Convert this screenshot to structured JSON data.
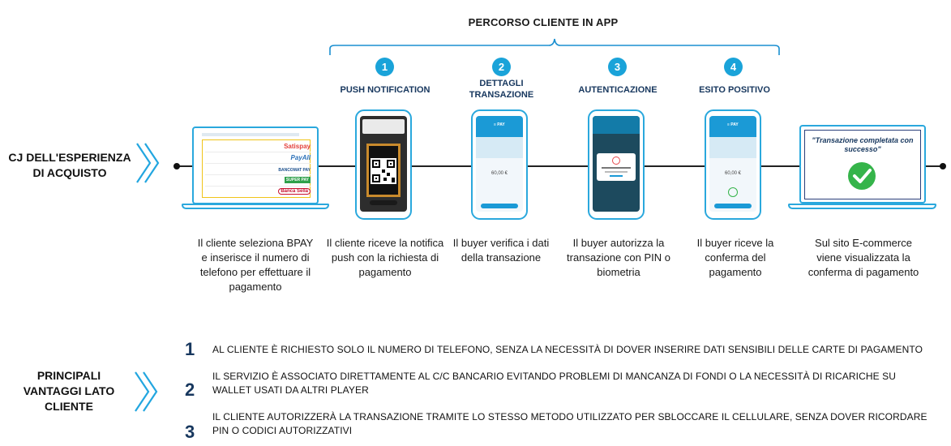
{
  "journey": {
    "title": "PERCORSO CLIENTE IN APP",
    "steps": [
      {
        "number": "1",
        "title": "PUSH NOTIFICATION"
      },
      {
        "number": "2",
        "title": "DETTAGLI TRANSAZIONE"
      },
      {
        "number": "3",
        "title": "AUTENTICAZIONE"
      },
      {
        "number": "4",
        "title": "ESITO POSITIVO"
      }
    ]
  },
  "left_label": {
    "line1": "CJ DELL'ESPERIENZA",
    "line2": "DI ACQUISTO"
  },
  "captions": [
    "Il cliente seleziona BPAY e inserisce il numero di telefono per effettuare il pagamento",
    "Il cliente riceve la notifica push con la richiesta di pagamento",
    "Il buyer verifica i dati della transazione",
    "Il buyer autorizza la transazione con PIN o biometria",
    "Il buyer riceve la conferma del pagamento",
    "Sul sito E-commerce viene visualizzata la conferma di pagamento"
  ],
  "laptop_right": {
    "message": "\"Transazione completata con successo\""
  },
  "laptop_left": {
    "banks": [
      "Satispay",
      "PayAll",
      "BANCOMAT PAY",
      "SUPER PAY",
      "Banca Sella"
    ]
  },
  "phones": {
    "phone2_amount": "60,00 €",
    "phone4_amount": "60,00 €"
  },
  "benefits": {
    "label": {
      "line1": "PRINCIPALI",
      "line2": "VANTAGGI LATO",
      "line3": "CLIENTE"
    },
    "items": [
      {
        "number": "1",
        "line1": "AL CLIENTE È RICHIESTO SOLO IL NUMERO DI TELEFONO, SENZA LA NECESSITÀ DI DOVER INSERIRE DATI SENSIBILI DELLE CARTE DI PAGAMENTO",
        "line2": ""
      },
      {
        "number": "2",
        "line1": "IL SERVIZIO È ASSOCIATO DIRETTAMENTE AL C/C BANCARIO EVITANDO PROBLEMI DI MANCANZA DI FONDI O LA NECESSITÀ DI RICARICHE SU",
        "line2": "WALLET USATI DA ALTRI PLAYER"
      },
      {
        "number": "3",
        "line1": "IL CLIENTE AUTORIZZERÀ LA TRANSAZIONE TRAMITE LO STESSO METODO UTILIZZATO PER SBLOCCARE IL CELLULARE, SENZA DOVER RICORDARE",
        "line2": "PIN O CODICI AUTORIZZATIVI"
      }
    ]
  },
  "colors": {
    "accent": "#1aa3d9",
    "dark_blue": "#17375e",
    "success": "#35b44a"
  }
}
